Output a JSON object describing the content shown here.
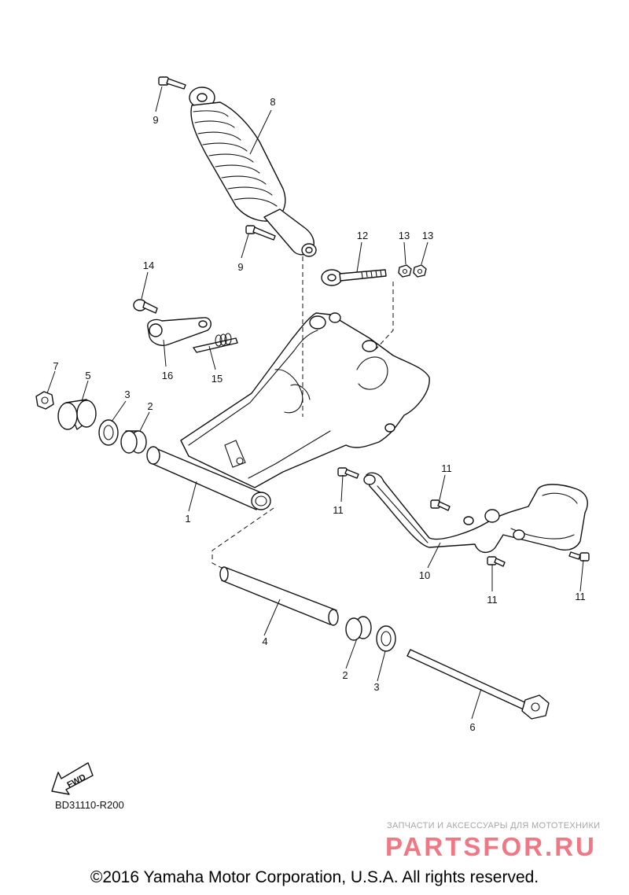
{
  "diagram": {
    "callouts": {
      "p1": "1",
      "p2a": "2",
      "p2b": "2",
      "p3a": "3",
      "p3b": "3",
      "p4": "4",
      "p5": "5",
      "p6": "6",
      "p7": "7",
      "p8": "8",
      "p9a": "9",
      "p9b": "9",
      "p10": "10",
      "p11a": "11",
      "p11b": "11",
      "p11c": "11",
      "p11d": "11",
      "p12": "12",
      "p13a": "13",
      "p13b": "13",
      "p14": "14",
      "p15": "15",
      "p16": "16"
    },
    "fwd_label": "FWD",
    "diagram_code": "BD31110-R200"
  },
  "watermark": {
    "tagline": "ЗАПЧАСТИ И АКСЕССУАРЫ ДЛЯ МОТОТЕХНИКИ",
    "logo_text": "PARTSFOR.RU"
  },
  "footer": {
    "copyright": "©2016 Yamaha Motor Corporation, U.S.A. All rights reserved."
  }
}
